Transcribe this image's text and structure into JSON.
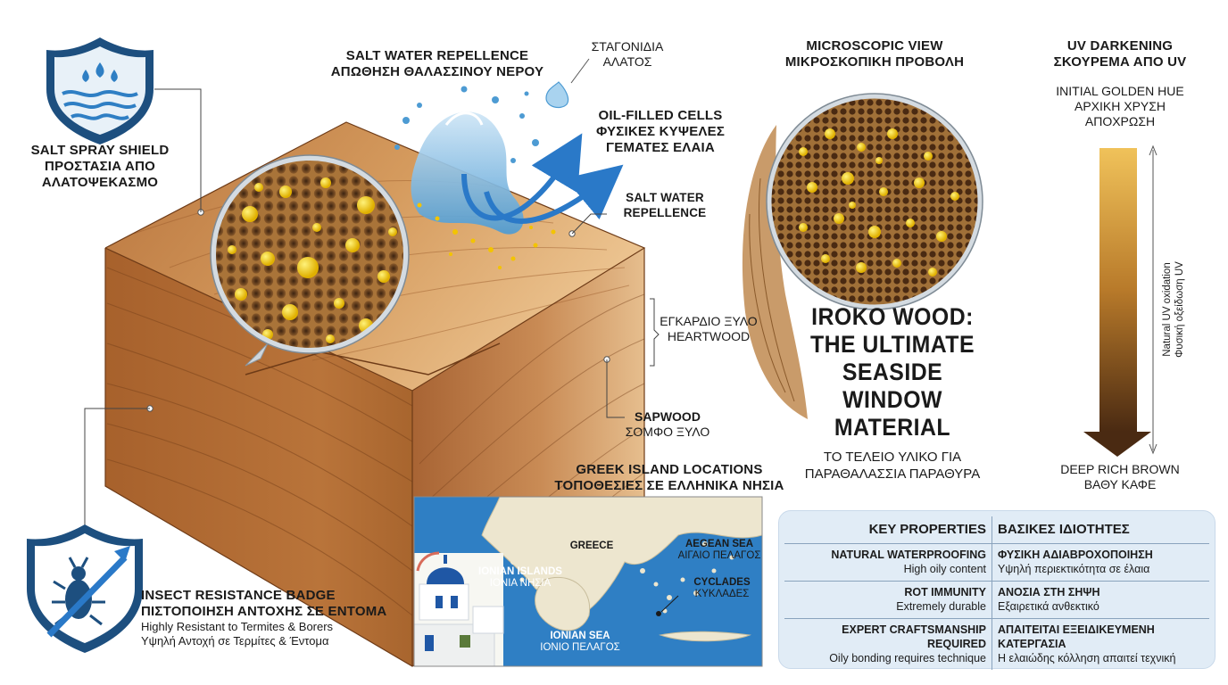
{
  "salt_spray": {
    "title_en": "SALT SPRAY SHIELD",
    "title_gr": "ΠΡΟΣΤΑΣΙΑ ΑΠΟ",
    "title_gr2": "ΑΛΑΤΟΨΕΚΑΣΜΟ"
  },
  "salt_water_top": {
    "en": "SALT WATER REPELLENCE",
    "gr": "ΑΠΩΘΗΣΗ ΘΑΛΑΣΣΙΝΟΥ ΝΕΡΟΥ"
  },
  "salt_droplets": {
    "gr1": "ΣΤΑΓΟΝΙΔΙΑ",
    "gr2": "ΑΛΑΤΟΣ"
  },
  "oil_cells": {
    "en": "OIL-FILLED CELLS",
    "gr1": "ΦΥΣΙΚΕΣ ΚΥΨΕΛΕΣ",
    "gr2": "ΓΕΜΑΤΕΣ ΕΛΑΙΑ"
  },
  "salt_water_side": {
    "line1": "SALT WATER",
    "line2": "REPELLENCE"
  },
  "heartwood": {
    "gr": "ΕΓΚΑΡΔΙΟ ΞΥΛΟ",
    "en": "HEARTWOOD"
  },
  "sapwood": {
    "en": "SAPWOOD",
    "gr": "ΣΟΜΦΟ ΞΥΛΟ"
  },
  "microscopic": {
    "en": "MICROSCOPIC VIEW",
    "gr": "ΜΙΚΡΟΣΚΟΠΙΚΗ ΠΡΟΒΟΛΗ"
  },
  "main_title": {
    "line1": "IROKO WOOD:",
    "line2": "THE ULTIMATE",
    "line3": "SEASIDE",
    "line4": "WINDOW",
    "line5": "MATERIAL",
    "sub1": "ΤΟ ΤΕΛΕΙΟ ΥΛΙΚΟ ΓΙΑ",
    "sub2": "ΠΑΡΑΘΑΛΑΣΣΙΑ ΠΑΡΑΘΥΡΑ"
  },
  "uv": {
    "title_en": "UV DARKENING",
    "title_gr": "ΣΚΟΥΡΕΜΑ ΑΠΟ UV",
    "top1": "INITIAL GOLDEN HUE",
    "top2": "ΑΡΧΙΚΗ ΧΡΥΣΗ",
    "top3": "ΑΠΟΧΡΩΣΗ",
    "bottom_en": "DEEP RICH BROWN",
    "bottom_gr": "ΒΑΘΥ ΚΑΦΕ",
    "axis_en": "Natural UV oxidation",
    "axis_gr": "Φυσική οξείδωση UV",
    "color_top": "#f0c25a",
    "color_bottom": "#4a2a12"
  },
  "map": {
    "title_en": "GREEK ISLAND LOCATIONS",
    "title_gr": "ΤΟΠΟΘΕΣΙΕΣ ΣΕ ΕΛΛΗΝΙΚΑ ΝΗΣΙΑ",
    "greece": "GREECE",
    "ionian_islands_en": "IONIAN ISLANDS",
    "ionian_islands_gr": "ΙΟΝΙΑ ΝΗΣΙΑ",
    "aegean_en": "AEGEAN SEA",
    "aegean_gr": "ΑΙΓΑΙΟ ΠΕΛΑΓΟΣ",
    "cyclades_en": "CYCLADES",
    "cyclades_gr": "ΚΥΚΛΑΔΕΣ",
    "ionian_sea_en": "IONIAN SEA",
    "ionian_sea_gr": "ΙΟΝΙΟ ΠΕΛΑΓΟΣ",
    "sea_color": "#2f7fc4",
    "land_color": "#ede6cf"
  },
  "insect": {
    "title_en": "INSECT RESISTANCE BADGE",
    "title_gr": "ΠΙΣΤΟΠΟΙΗΣΗ ΑΝΤΟΧΗΣ ΣΕ ΕΝΤΟΜΑ",
    "desc_en": "Highly Resistant to Termites & Borers",
    "desc_gr": "Υψηλή Αντοχή σε Τερμίτες & Έντομα"
  },
  "properties": {
    "header_en": "KEY PROPERTIES",
    "header_gr": "ΒΑΣΙΚΕΣ ΙΔΙΟΤΗΤΕΣ",
    "rows": [
      {
        "en_title": "NATURAL WATERPROOFING",
        "en_desc": "High oily content",
        "gr_title": "ΦΥΣΙΚΗ ΑΔΙΑΒΡΟΧΟΠΟΙΗΣΗ",
        "gr_desc": "Υψηλή περιεκτικότητα σε έλαια"
      },
      {
        "en_title": "ROT IMMUNITY",
        "en_desc": "Extremely durable",
        "gr_title": "ΑΝΟΣΙΑ ΣΤΗ ΣΗΨΗ",
        "gr_desc": "Εξαιρετικά ανθεκτικό"
      },
      {
        "en_title": "EXPERT CRAFTSMANSHIP REQUIRED",
        "en_desc": "Oily bonding requires technique",
        "gr_title": "ΑΠΑΙΤΕΙΤΑΙ ΕΞΕΙΔΙΚΕΥΜΕΝΗ ΚΑΤΕΡΓΑΣΙΑ",
        "gr_desc": "Η ελαιώδης κόλληση απαιτεί τεχνική"
      }
    ]
  },
  "colors": {
    "shield_blue": "#1d4f7f",
    "wood_light": "#d9a46a",
    "wood_dark": "#8a4f24",
    "oil_yellow": "#f5d21e",
    "accent_blue": "#2a79c8"
  }
}
